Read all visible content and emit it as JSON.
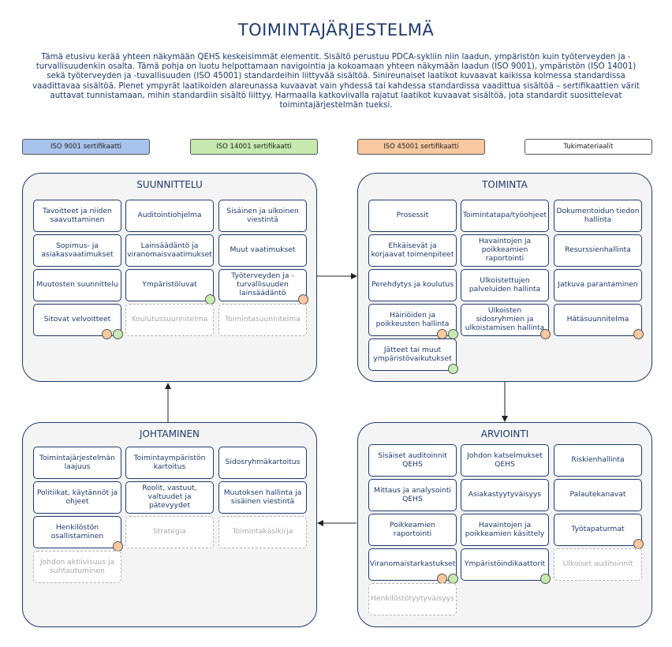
{
  "title": "TOIMINTAJÄRJESTELMÄ",
  "intro": "Tämä etusivu kerää yhteen näkymään QEHS keskeisimmät elementit. Sisältö perustuu PDCA-sykliin niin laadun, ympäristön kuin työterveyden ja -turvallisuudenkin osalta. Tämä pohja on luotu helpottamaan navigointia ja kokoamaan yhteen näkymään laadun (ISO 9001), ympäristön (ISO 14001) sekä työterveyden ja -tuvallisuuden (ISO 45001) standardeihin liittyvää sisältöä. Sinireunaiset laatikot kuvaavat kaikissa kolmessa standardissa vaadittavaa sisältöä. Pienet ympyrät laatikoiden alareunassa kuvaavat vain yhdessä tai kahdessa standardissa vaadittua sisältöä – sertifikaattien värit auttavat tunnistamaan, mihin standardiin sisältö liittyy. Harmaalla katkoviivalla rajatut laatikot kuvaavat sisältöä, jota standardit suosittelevat toimintajärjestelmän tueksi.",
  "legend": [
    {
      "label": "ISO 9001 sertifikaatti",
      "color": "#a9c4ec"
    },
    {
      "label": "ISO 14001 sertifikaatti",
      "color": "#c6eab0"
    },
    {
      "label": "ISO 45001 sertifikaatti",
      "color": "#f8c8a0"
    },
    {
      "label": "Tukimateriaalit",
      "color": "#ffffff"
    }
  ],
  "sections": [
    {
      "title": "SUUNNITTELU",
      "cards": [
        {
          "label": "Tavoitteet ja niiden saavuttaminen"
        },
        {
          "label": "Auditointiohjelma"
        },
        {
          "label": "Sisäinen ja ulkoinen viestintä"
        },
        {
          "label": "Sopimus- ja asiakasvaatimukset"
        },
        {
          "label": "Lainsäädäntö ja viranomaisvaatimukset"
        },
        {
          "label": "Muut vaatimukset"
        },
        {
          "label": "Muutosten suunnittelu"
        },
        {
          "label": "Ympäristöluvat",
          "dots": [
            "g"
          ]
        },
        {
          "label": "Työterveyden ja -turvallisuuden lainsäädäntö",
          "dots": [
            "o"
          ]
        },
        {
          "label": "Sitovat velvoitteet",
          "dots": [
            "o",
            "g"
          ]
        },
        {
          "label": "Koulutussuunnitelma",
          "supp": true
        },
        {
          "label": "Toimintasuunnitelma",
          "supp": true
        }
      ]
    },
    {
      "title": "TOIMINTA",
      "cards": [
        {
          "label": "Prosessit"
        },
        {
          "label": "Toimintatapa/työohjeet"
        },
        {
          "label": "Dokumentoidun tiedon hallinta"
        },
        {
          "label": "Ehkäisevät ja korjaavat toimenpiteet"
        },
        {
          "label": "Havaintojen ja poikkeamien raportointi"
        },
        {
          "label": "Resurssienhallinta"
        },
        {
          "label": "Perehdytys ja koulutus"
        },
        {
          "label": "Ulkoistettujen palveluiden hallinta"
        },
        {
          "label": "Jatkuva parantaminen"
        },
        {
          "label": "Häiriöiden ja poikkeusten hallinta",
          "dots": [
            "o",
            "g"
          ]
        },
        {
          "label": "Ulkoisten sidosryhmien ja ulkoistamisen hallinta",
          "dots": [
            "o"
          ]
        },
        {
          "label": "Hätäsuunnitelma",
          "dots": [
            "o"
          ]
        },
        {
          "label": "Jätteet tai muut ympäristövaikutukset",
          "dots": [
            "g"
          ]
        }
      ]
    },
    {
      "title": "JOHTAMINEN",
      "cards": [
        {
          "label": "Toimintajärjestelmän laajuus"
        },
        {
          "label": "Toimintaympäristön kartoitus"
        },
        {
          "label": "Sidosryhmäkartoitus"
        },
        {
          "label": "Politiikat, käytännöt ja ohjeet"
        },
        {
          "label": "Roolit, vastuut, valtuudet ja pätevyydet"
        },
        {
          "label": "Muutoksen hallinta ja sisäinen viestintä"
        },
        {
          "label": "Henkilöstön osallistaminen",
          "dots": [
            "o"
          ]
        },
        {
          "label": "Strategia",
          "supp": true
        },
        {
          "label": "Toimintakäsikirja",
          "supp": true
        },
        {
          "label": "Johdon aktiivisuus ja suhtautuminen",
          "supp": true
        }
      ]
    },
    {
      "title": "ARVIOINTI",
      "cards": [
        {
          "label": "Sisäiset auditoinnit QEHS"
        },
        {
          "label": "Johdon katselmukset QEHS"
        },
        {
          "label": "Riskienhallinta"
        },
        {
          "label": "Mittaus ja analysointi QEHS"
        },
        {
          "label": "Asiakastyytyväisyys"
        },
        {
          "label": "Palautekanavat"
        },
        {
          "label": "Poikkeamien raportointi"
        },
        {
          "label": "Havaintojen ja poikkeamien käsittely"
        },
        {
          "label": "Työtapaturmat",
          "dots": [
            "o"
          ]
        },
        {
          "label": "Viranomaistarkastukset",
          "dots": [
            "o",
            "g"
          ]
        },
        {
          "label": "Ympäristöindikaattorit",
          "dots": [
            "g"
          ]
        },
        {
          "label": "Ulkoiset auditoinnit",
          "supp": true
        },
        {
          "label": "Henkilöstötyytyväisyys",
          "supp": true
        }
      ]
    }
  ]
}
